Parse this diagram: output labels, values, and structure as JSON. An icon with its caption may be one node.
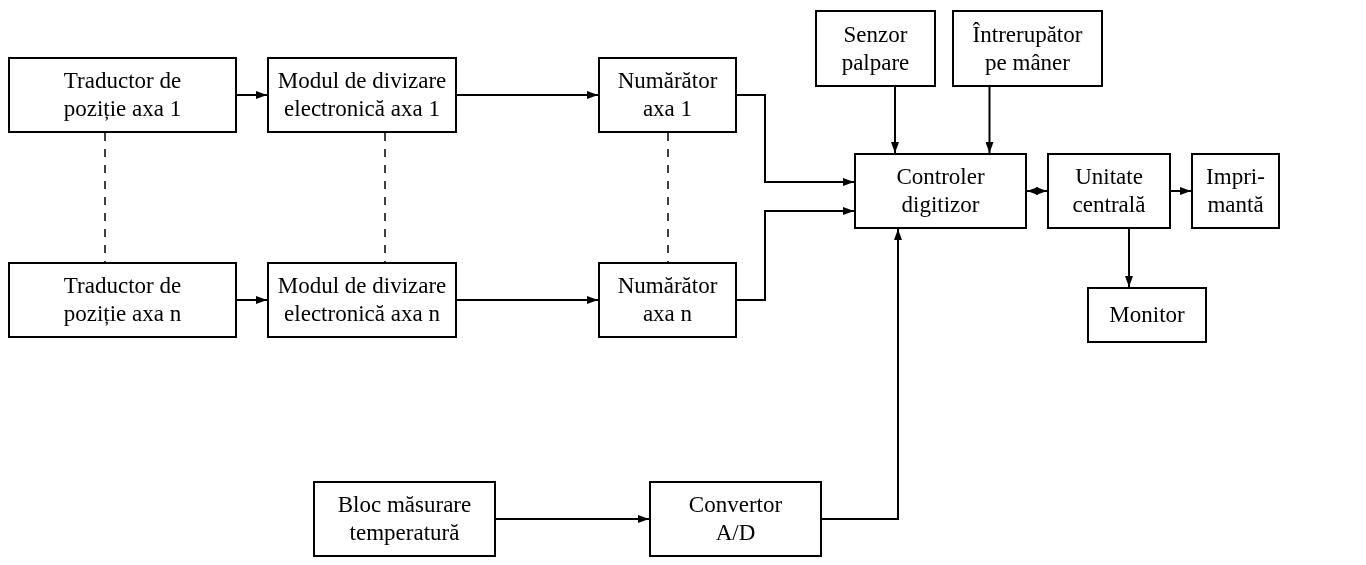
{
  "diagram": {
    "nodes": [
      {
        "text": [
          "Traductor de poziție axa 1"
        ]
      },
      {
        "text": [
          "Modul de divizare electronică axa 1"
        ]
      },
      {
        "text": [
          "Numărător axa 1"
        ]
      },
      {
        "text": [
          "Senzor palpare"
        ]
      },
      {
        "text": [
          "Întrerupător pe mâner"
        ]
      },
      {
        "text": [
          "Controler digitizor"
        ]
      },
      {
        "text": [
          "Unitate centrală"
        ]
      },
      {
        "text": [
          "Impri-mantă"
        ]
      },
      {
        "text": [
          "Traductor de poziție axa n"
        ]
      },
      {
        "text": [
          "Modul de divizare electronică axa n"
        ]
      },
      {
        "text": [
          "Numărător axa n"
        ]
      },
      {
        "text": [
          "Monitor"
        ]
      },
      {
        "text": [
          "Bloc măsurare temperatură"
        ]
      },
      {
        "text": [
          "Convertor A/D"
        ]
      }
    ],
    "edges": [
      {
        "from": 0,
        "to": 1,
        "arrow": "to"
      },
      {
        "from": 1,
        "to": 2,
        "arrow": "to"
      },
      {
        "from": 2,
        "to": 5,
        "arrow": "to"
      },
      {
        "from": 3,
        "to": 5,
        "arrow": "to"
      },
      {
        "from": 4,
        "to": 5,
        "arrow": "to"
      },
      {
        "from": 5,
        "to": 6,
        "arrow": "both"
      },
      {
        "from": 6,
        "to": 7,
        "arrow": "to"
      },
      {
        "from": 6,
        "to": 11,
        "arrow": "to"
      },
      {
        "from": 8,
        "to": 9,
        "arrow": "to"
      },
      {
        "from": 9,
        "to": 10,
        "arrow": "to"
      },
      {
        "from": 10,
        "to": 5,
        "arrow": "to"
      },
      {
        "from": 12,
        "to": 13,
        "arrow": "to"
      },
      {
        "from": 13,
        "to": 5,
        "arrow": "to"
      },
      {
        "from": 0,
        "to": 8,
        "arrow": "none",
        "style": "dashed"
      },
      {
        "from": 1,
        "to": 9,
        "arrow": "none",
        "style": "dashed"
      },
      {
        "from": 2,
        "to": 10,
        "arrow": "none",
        "style": "dashed"
      }
    ]
  }
}
